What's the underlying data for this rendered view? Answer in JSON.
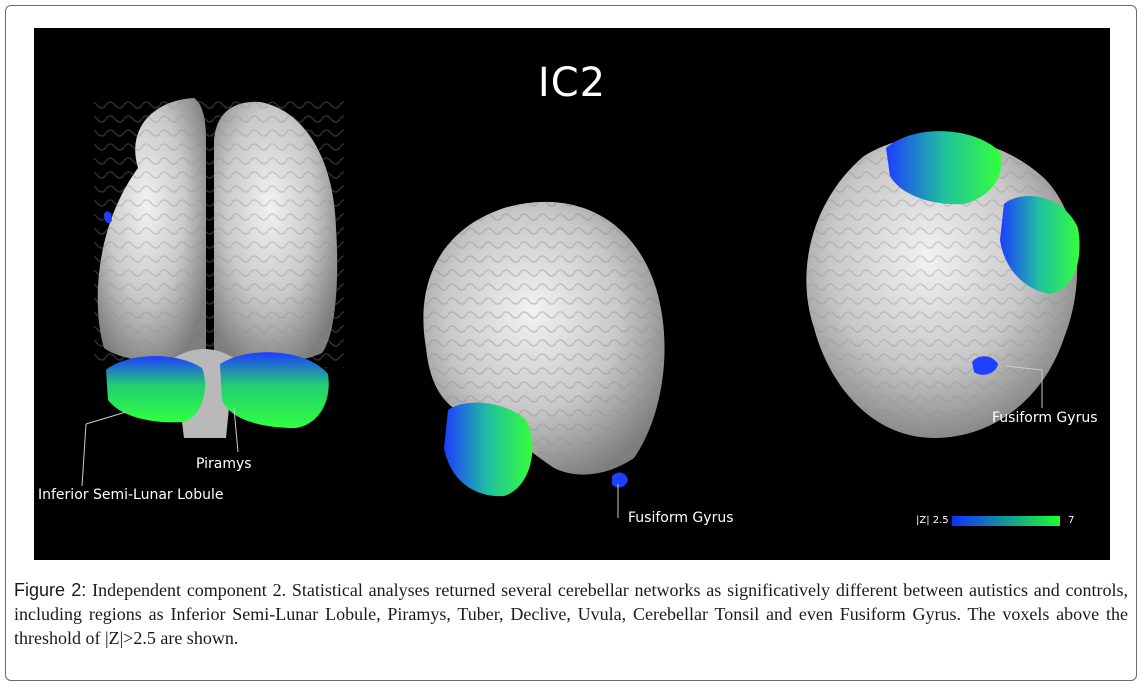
{
  "figure": {
    "title": "IC2",
    "labels": {
      "inferior_semi_lunar": "Inferior Semi-Lunar Lobule",
      "piramys": "Piramys",
      "fusiform_center": "Fusiform Gyrus",
      "fusiform_right": "Fusiform Gyrus"
    },
    "colorbar": {
      "label": "|Z| 2.5",
      "max": "7",
      "colors": [
        "#1030ff",
        "#1aff30"
      ]
    }
  },
  "caption": {
    "label": "Figure 2:",
    "text": " Independent component 2. Statistical analyses returned several cerebellar networks as significatively different between autistics and controls, including regions as Inferior Semi-Lunar Lobule, Piramys, Tuber, Declive, Uvula, Cerebellar Tonsil and even Fusiform Gyrus. The voxels above the threshold of |Z|>2.5 are shown."
  }
}
